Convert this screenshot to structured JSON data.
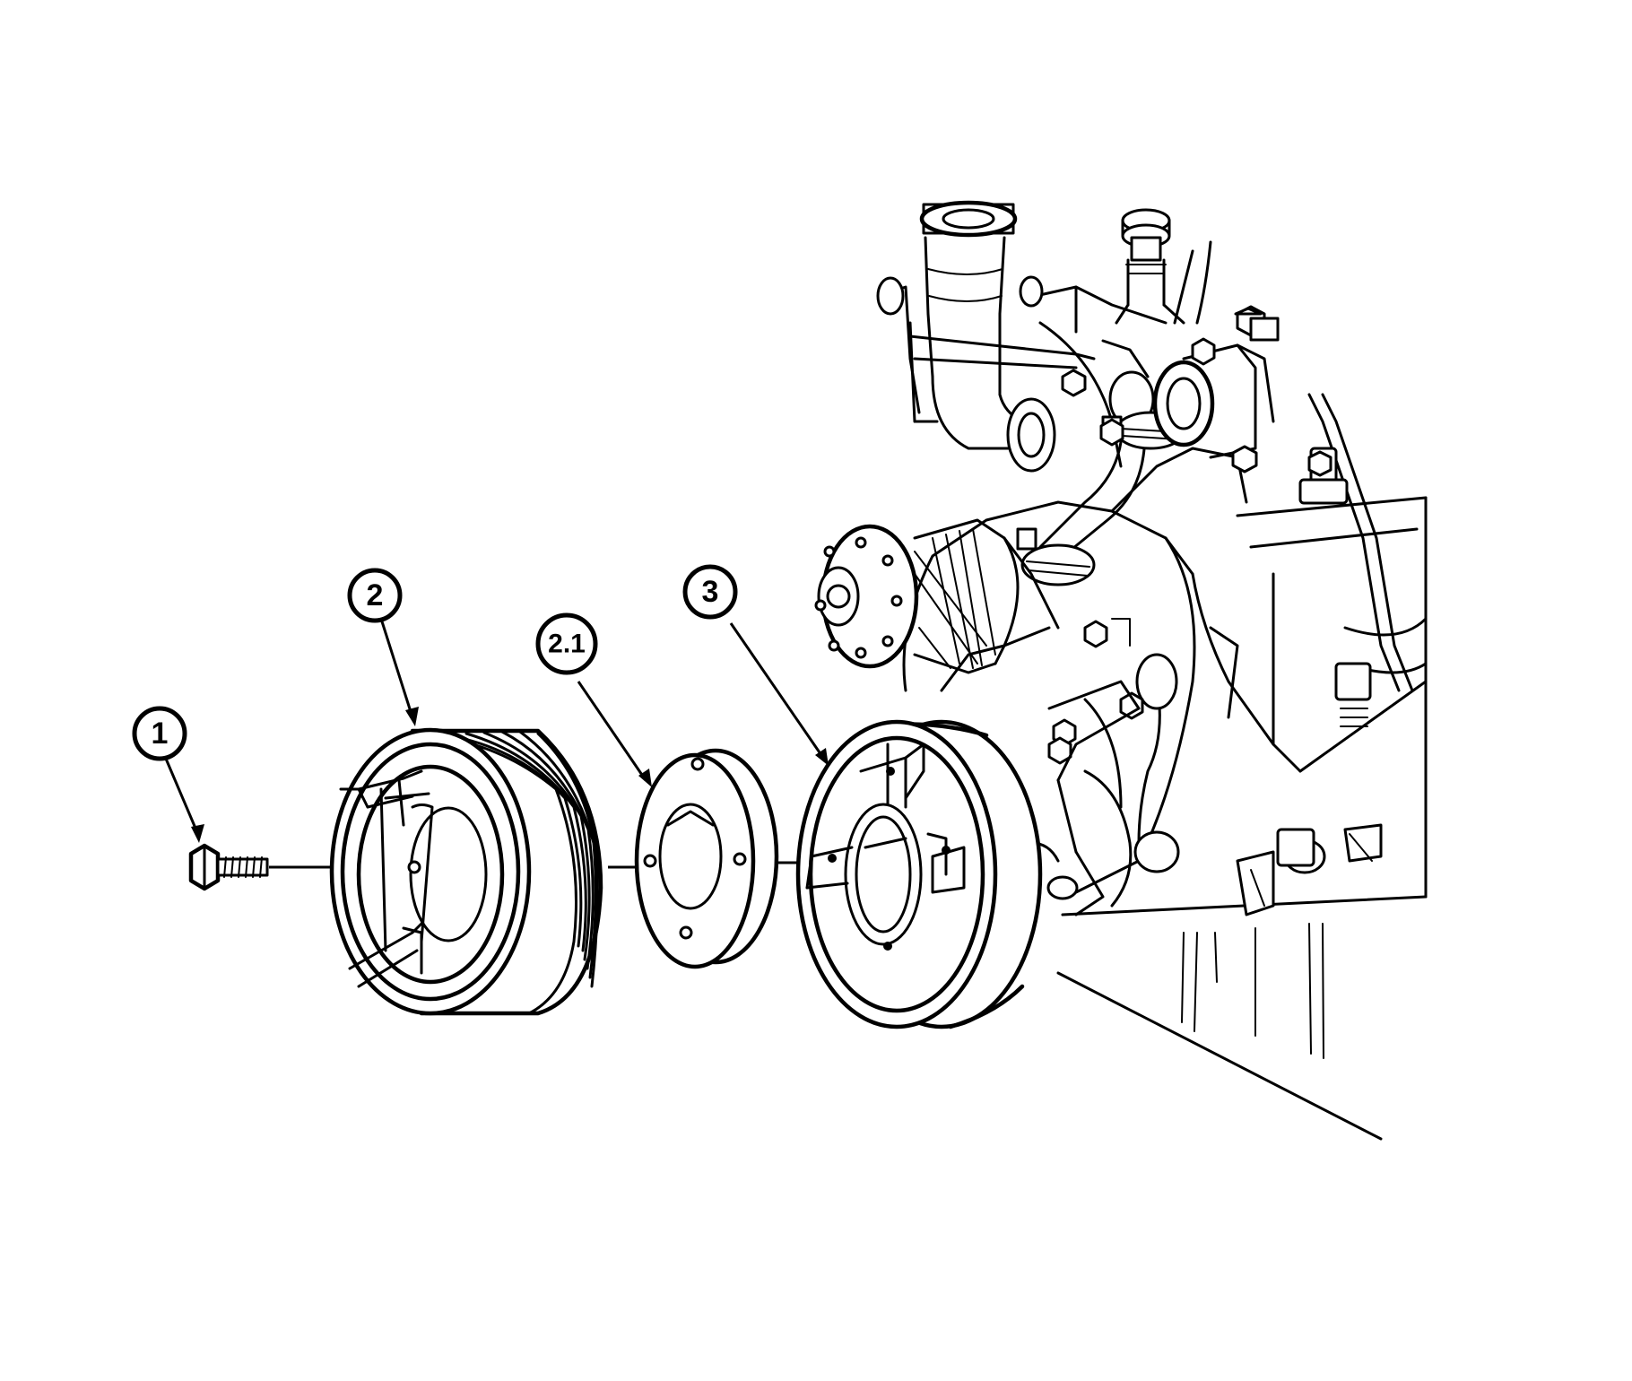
{
  "callouts": [
    {
      "id": "1",
      "label": "1"
    },
    {
      "id": "2",
      "label": "2"
    },
    {
      "id": "2.1",
      "label": "2.1"
    },
    {
      "id": "3",
      "label": "3"
    }
  ],
  "parts": [
    {
      "callout": "1",
      "icon": "bolt-icon"
    },
    {
      "callout": "2",
      "icon": "crankshaft-pulley-icon"
    },
    {
      "callout": "2.1",
      "icon": "spacer-icon"
    },
    {
      "callout": "3",
      "icon": "vibration-damper-icon"
    }
  ],
  "colors": {
    "ink": "#000000",
    "paper": "#ffffff"
  }
}
